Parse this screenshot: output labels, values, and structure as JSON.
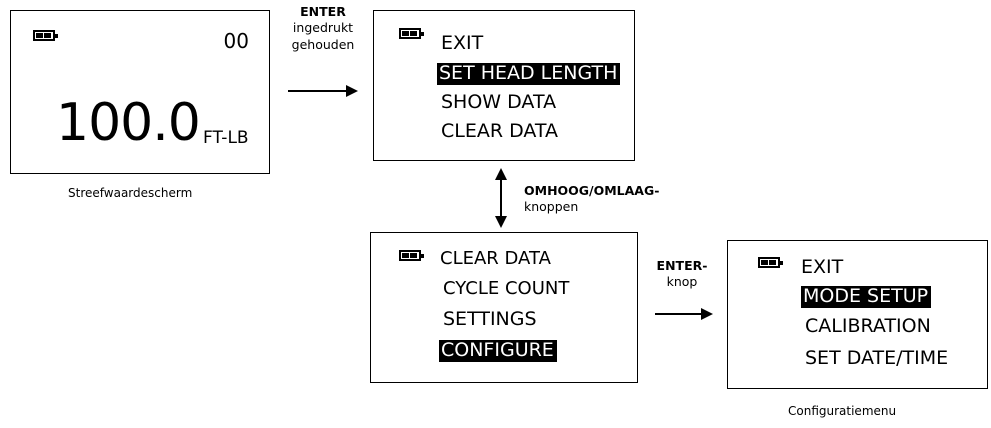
{
  "target_screen": {
    "counter": "00",
    "value": "100.0",
    "unit": "FT-LB",
    "caption": "Streefwaardescherm"
  },
  "arrow_enter_held": {
    "line1": "ENTER",
    "line2": "ingedrukt",
    "line3": "gehouden"
  },
  "main_menu": {
    "items": [
      "EXIT",
      "SET HEAD LENGTH",
      "SHOW DATA",
      "CLEAR DATA"
    ],
    "selected": "SET HEAD LENGTH"
  },
  "arrow_updown": {
    "line1": "OMHOOG/OMLAAG-",
    "line2": "knoppen"
  },
  "main_menu_scrolled": {
    "items": [
      "CLEAR DATA",
      "CYCLE COUNT",
      "SETTINGS",
      "CONFIGURE"
    ],
    "selected": "CONFIGURE"
  },
  "arrow_enter": {
    "line1": "ENTER-",
    "line2": "knop"
  },
  "config_menu": {
    "items": [
      "EXIT",
      "MODE SETUP",
      "CALIBRATION",
      "SET DATE/TIME"
    ],
    "selected": "MODE SETUP",
    "caption": "Configuratiemenu"
  },
  "icons": {
    "battery": "battery-icon",
    "arrow_right": "arrow-right-icon",
    "arrow_updown": "arrow-updown-icon"
  }
}
